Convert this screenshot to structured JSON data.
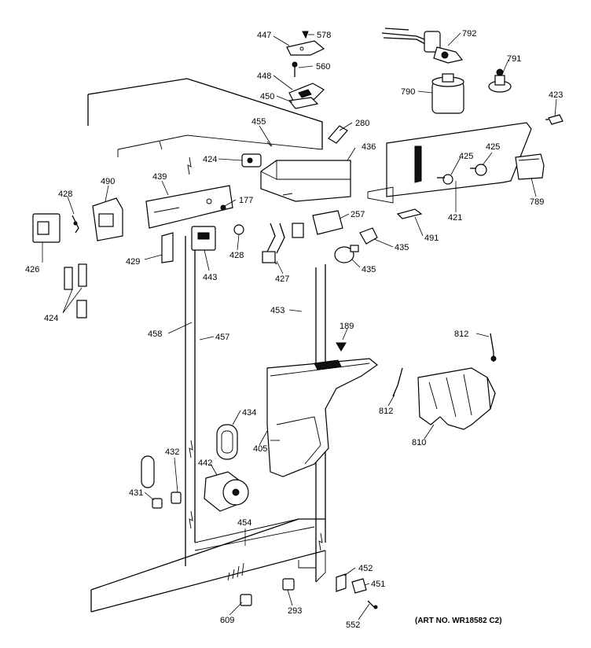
{
  "diagram": {
    "art_number": "(ART NO. WR18582 C2)",
    "labels": [
      "447",
      "578",
      "792",
      "560",
      "448",
      "791",
      "450",
      "790",
      "423",
      "455",
      "280",
      "436",
      "424",
      "425",
      "425",
      "490",
      "428",
      "439",
      "177",
      "789",
      "421",
      "257",
      "426",
      "429",
      "428",
      "443",
      "491",
      "435",
      "427",
      "435",
      "424",
      "453",
      "189",
      "458",
      "457",
      "812",
      "434",
      "812",
      "405",
      "810",
      "432",
      "442",
      "431",
      "454",
      "452",
      "451",
      "609",
      "293",
      "552"
    ]
  }
}
